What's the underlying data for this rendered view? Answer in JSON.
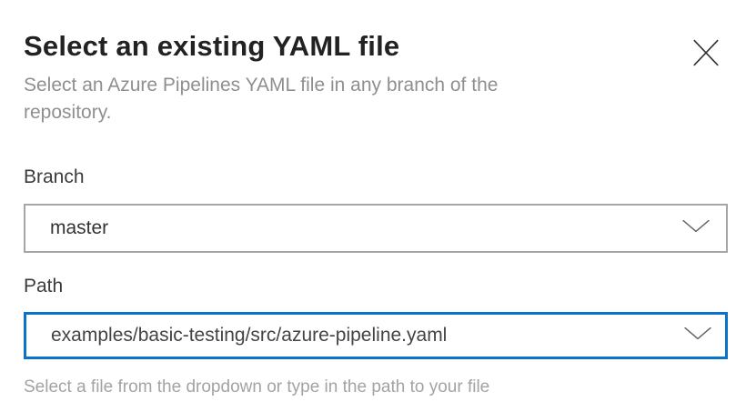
{
  "dialog": {
    "title": "Select an existing YAML file",
    "subtitle": "Select an Azure Pipelines YAML file in any branch of the repository."
  },
  "branch": {
    "label": "Branch",
    "value": "master"
  },
  "path": {
    "label": "Path",
    "value": "examples/basic-testing/src/azure-pipeline.yaml",
    "helper": "Select a file from the dropdown or type in the path to your file"
  },
  "icons": {
    "close": "close-x-icon",
    "dropdown": "chevron-down-icon"
  },
  "colors": {
    "focus_border": "#0b72c9",
    "default_border": "#a6a6a6",
    "title_text": "#222222",
    "muted_text": "#8f8f8f",
    "helper_text": "#a3a3a3",
    "background": "#ffffff"
  }
}
